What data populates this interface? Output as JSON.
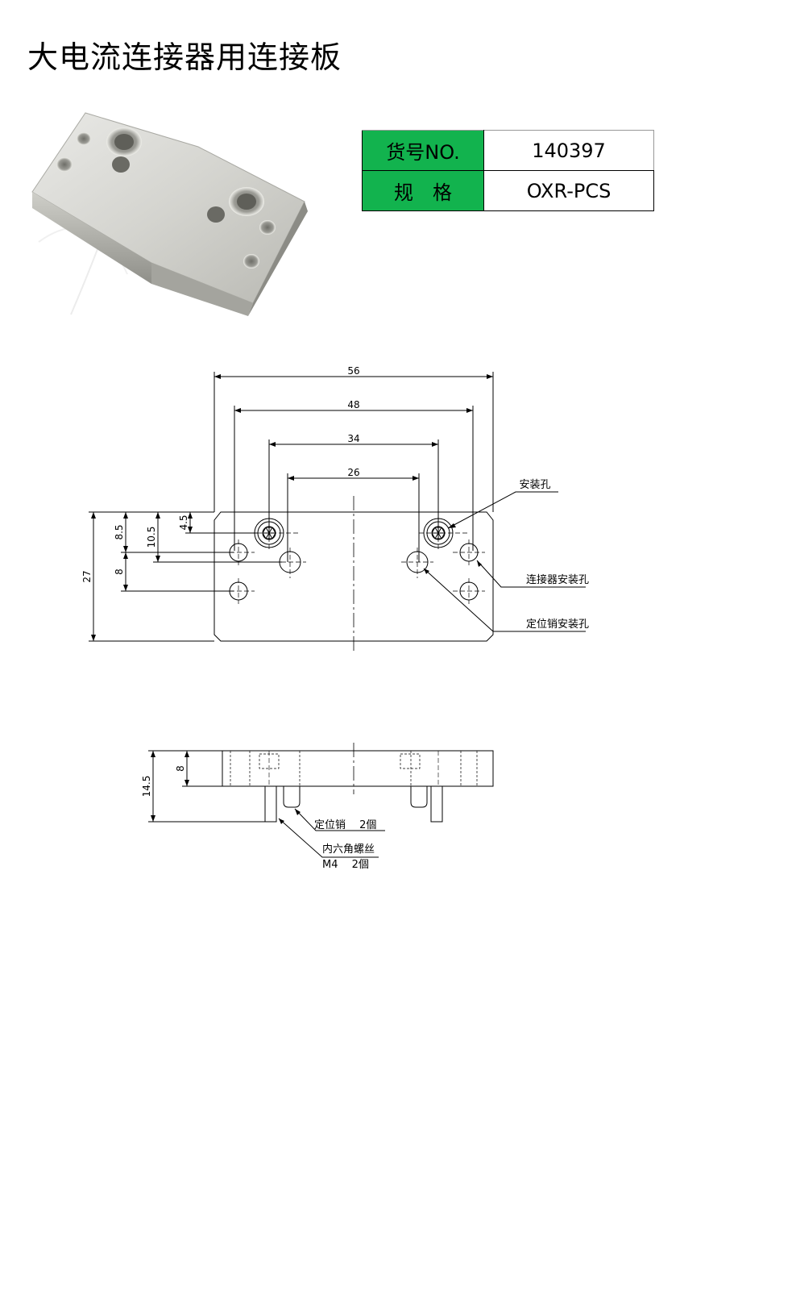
{
  "title": "大电流连接器用连接板",
  "spec": {
    "no_label": "货号NO.",
    "no_value": "140397",
    "model_label": "规　格",
    "model_value": "OXR-PCS"
  },
  "top_view": {
    "dim_56": "56",
    "dim_48": "48",
    "dim_34": "34",
    "dim_26": "26",
    "dim_27": "27",
    "dim_8_5": "8.5",
    "dim_10_5": "10.5",
    "dim_4_5": "4.5",
    "dim_8": "8",
    "label_mount_hole": "安装孔",
    "label_connector_hole": "连接器安装孔",
    "label_pin_hole": "定位销安装孔"
  },
  "side_view": {
    "dim_14_5": "14.5",
    "dim_8": "8",
    "label_pin": "定位销　 2個",
    "label_screw": "内六角螺丝",
    "label_screw_spec": "M4　 2個"
  }
}
